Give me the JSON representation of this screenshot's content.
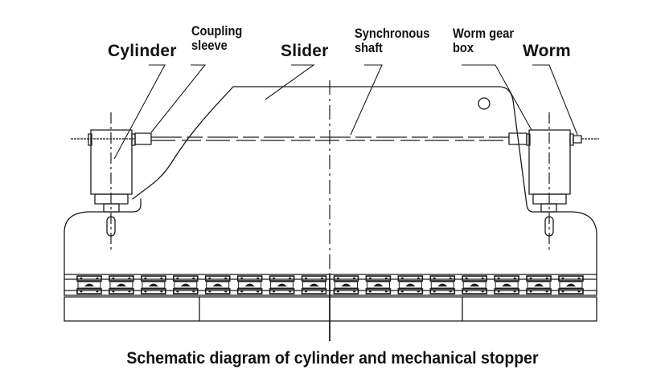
{
  "diagram": {
    "labels": {
      "cylinder": "Cylinder",
      "coupling_sleeve_line1": "Coupling",
      "coupling_sleeve_line2": "sleeve",
      "slider": "Slider",
      "synchronous_shaft_line1": "Synchronous",
      "synchronous_shaft_line2": "shaft",
      "worm_gear_box_line1": "Worm gear",
      "worm_gear_box_line2": "box",
      "worm": "Worm"
    },
    "caption": "Schematic diagram of cylinder and mechanical stopper",
    "components": [
      "cylinder-left",
      "cylinder-right",
      "coupling-sleeve",
      "slider",
      "synchronous-shaft",
      "worm-gear-box",
      "worm",
      "mechanical-stoppers",
      "base-table"
    ],
    "stopper_count": 16,
    "line_color": "#1a1a1a"
  }
}
